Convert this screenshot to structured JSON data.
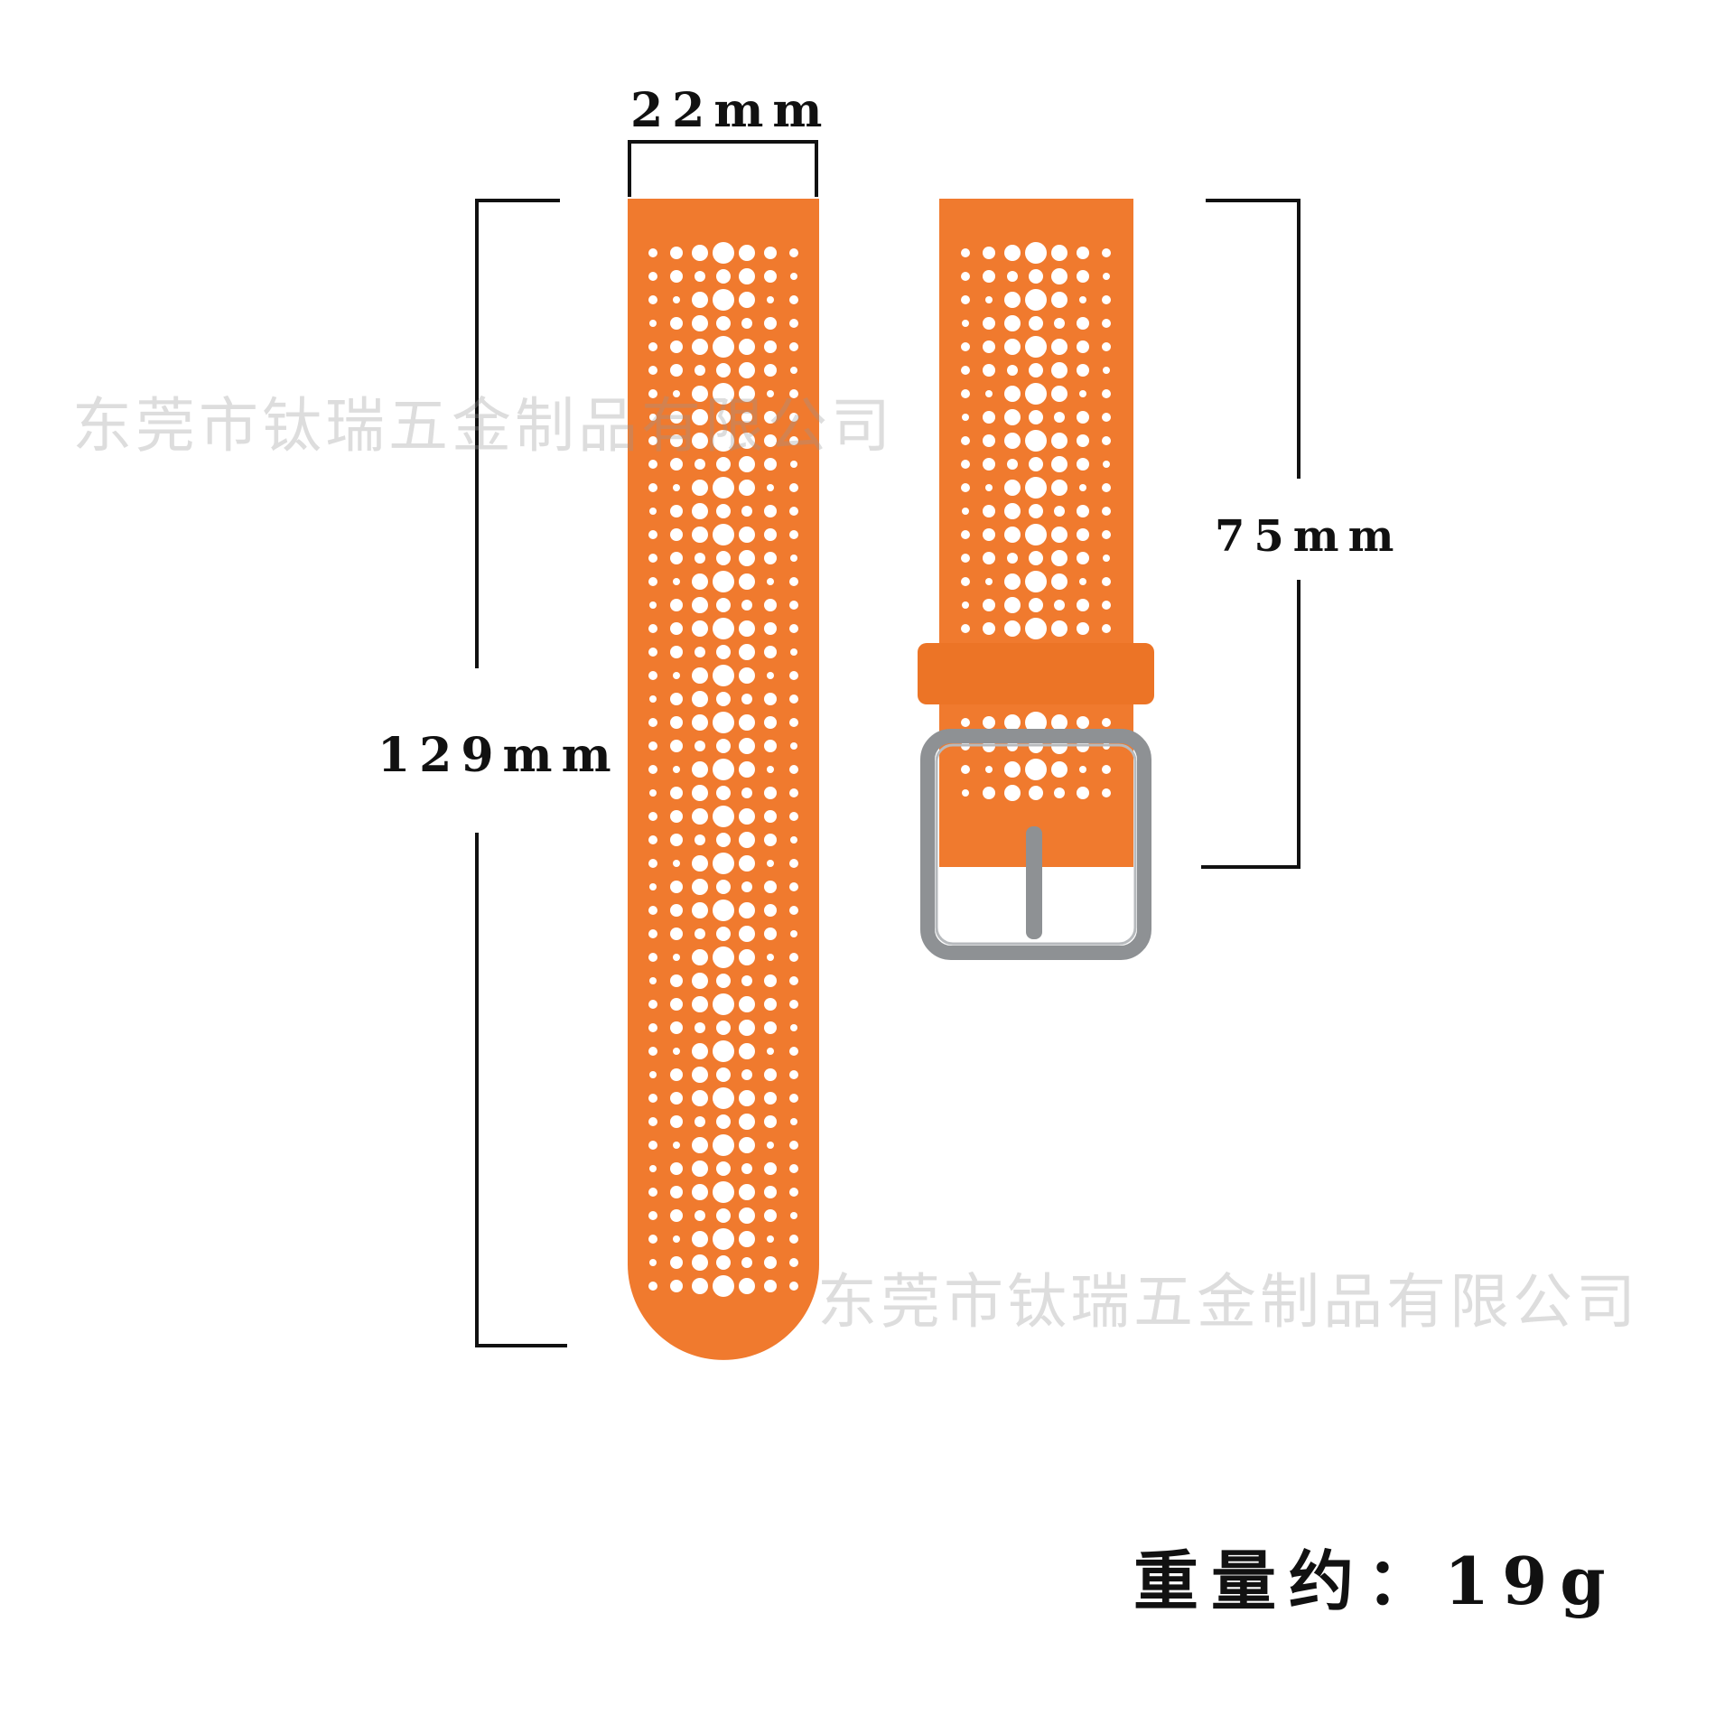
{
  "dimensions": {
    "width_label": "22mm",
    "long_strap_label": "129mm",
    "buckle_strap_label": "75mm"
  },
  "weight": {
    "label": "重量约：",
    "value": "19g"
  },
  "watermark": {
    "text": "东莞市钛瑞五金制品有限公司"
  },
  "colors": {
    "strap": "#F07A2E",
    "strap_dark": "#E56F22",
    "buckle": "#8E9194",
    "hole": "#FFFFFF",
    "line": "#111111"
  }
}
